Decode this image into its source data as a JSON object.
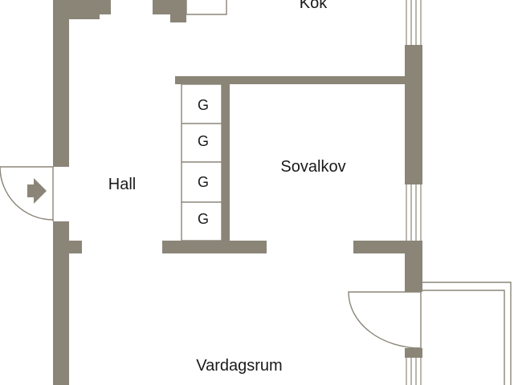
{
  "rooms": {
    "kitchen": "Kök",
    "hall": "Hall",
    "bedroom_alcove": "Sovalkov",
    "living_room": "Vardagsrum"
  },
  "wardrobes": [
    "G",
    "G",
    "G",
    "G"
  ],
  "colors": {
    "wall": "#8b8578",
    "background": "#ffffff",
    "text": "#1a1a1a"
  },
  "icons": {
    "entrance": "entrance-arrow-icon"
  }
}
